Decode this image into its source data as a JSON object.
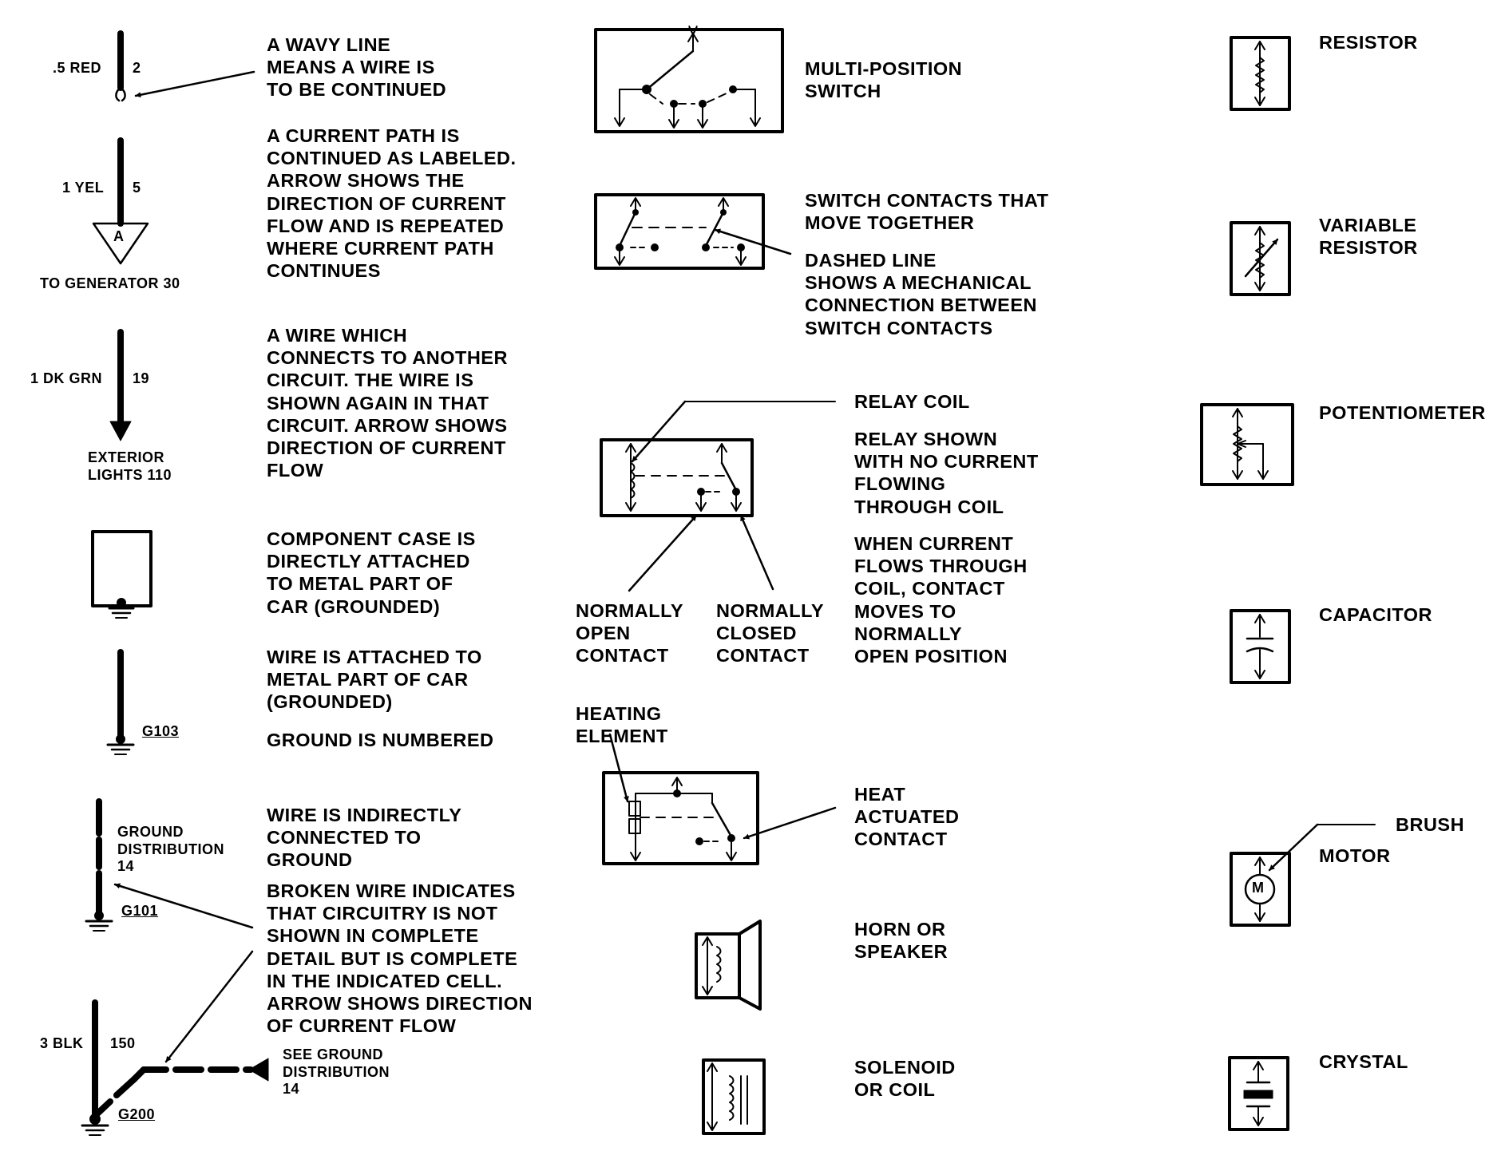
{
  "left_column": {
    "wavy": {
      "wire_label": ".5 RED",
      "circuit": "2",
      "desc": "A WAVY LINE\nMEANS A WIRE IS\nTO BE CONTINUED"
    },
    "current_path": {
      "wire_label": "1 YEL",
      "circuit": "5",
      "marker": "A",
      "dest": "TO GENERATOR 30",
      "desc": "A CURRENT PATH IS\nCONTINUED AS LABELED.\nARROW SHOWS THE\nDIRECTION OF CURRENT\nFLOW AND IS REPEATED\nWHERE CURRENT PATH\nCONTINUES"
    },
    "connects": {
      "wire_label": "1 DK GRN",
      "circuit": "19",
      "dest": "EXTERIOR\nLIGHTS 110",
      "desc": "A WIRE WHICH\nCONNECTS TO ANOTHER\nCIRCUIT. THE WIRE IS\nSHOWN AGAIN IN THAT\nCIRCUIT. ARROW SHOWS\nDIRECTION OF CURRENT\nFLOW"
    },
    "case_ground": {
      "desc": "COMPONENT CASE IS\nDIRECTLY ATTACHED\nTO METAL PART OF\nCAR (GROUNDED)"
    },
    "wire_ground": {
      "ground_id": "G103",
      "desc": "WIRE IS ATTACHED TO\nMETAL PART OF CAR\n(GROUNDED)",
      "desc2": "GROUND IS NUMBERED"
    },
    "indirect": {
      "dist_label": "GROUND\nDISTRIBUTION\n14",
      "ground_id": "G101",
      "desc": "WIRE IS INDIRECTLY\nCONNECTED TO\nGROUND",
      "desc2": "BROKEN WIRE INDICATES\nTHAT CIRCUITRY IS NOT\nSHOWN IN COMPLETE\nDETAIL BUT IS COMPLETE\nIN THE INDICATED CELL.\nARROW SHOWS DIRECTION\nOF CURRENT FLOW"
    },
    "broken": {
      "wire_label": "3 BLK",
      "circuit": "150",
      "ground_id": "G200",
      "see_label": "SEE GROUND\nDISTRIBUTION\n14"
    }
  },
  "middle_column": {
    "multi_position": "MULTI-POSITION\nSWITCH",
    "switch_together": "SWITCH CONTACTS THAT\nMOVE TOGETHER",
    "dashed_line": "DASHED LINE\nSHOWS A MECHANICAL\nCONNECTION BETWEEN\nSWITCH CONTACTS",
    "relay_coil": "RELAY COIL",
    "relay_shown": "RELAY SHOWN\nWITH NO CURRENT\nFLOWING\nTHROUGH COIL",
    "when_current": "WHEN CURRENT\nFLOWS THROUGH\nCOIL, CONTACT\nMOVES TO\nNORMALLY\nOPEN POSITION",
    "normally_open": "NORMALLY\nOPEN\nCONTACT",
    "normally_closed": "NORMALLY\nCLOSED\nCONTACT",
    "heating_element": "HEATING\nELEMENT",
    "heat_actuated": "HEAT\nACTUATED\nCONTACT",
    "horn": "HORN OR\nSPEAKER",
    "solenoid": "SOLENOID\nOR COIL"
  },
  "right_column": {
    "resistor": "RESISTOR",
    "variable_resistor": "VARIABLE\nRESISTOR",
    "potentiometer": "POTENTIOMETER",
    "capacitor": "CAPACITOR",
    "brush": "BRUSH",
    "motor": "MOTOR",
    "motor_symbol": "M",
    "crystal": "CRYSTAL"
  }
}
